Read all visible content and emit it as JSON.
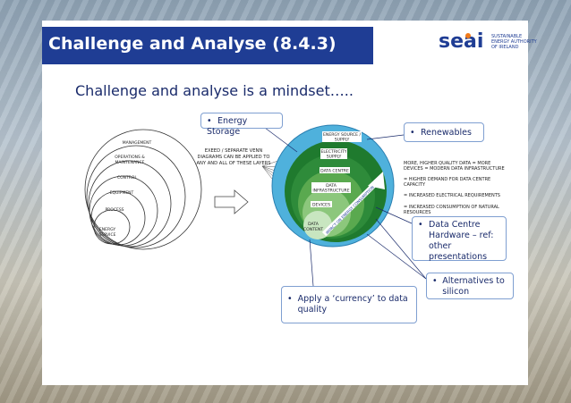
{
  "slide": {
    "title": "Challenge and Analyse (8.4.3)",
    "subtitle": "Challenge and analyse is a mindset…..",
    "logo": {
      "word": "seai",
      "line1": "SUSTAINABLE",
      "line2": "ENERGY AUTHORITY",
      "line3": "OF IRELAND"
    }
  },
  "callouts": {
    "energy_storage": "Energy Storage",
    "renewables": "Renewables",
    "data_centre_hw": "Data Centre Hardware – ref: other presentations",
    "alternatives": "Alternatives to silicon",
    "currency": "Apply a ‘currency’ to data quality"
  },
  "left_diagram": {
    "layers": [
      "MANAGEMENT",
      "OPERATIONS & MAINTENANCE",
      "CONTROL",
      "EQUIPMENT",
      "PROCESS",
      "ENERGY SERVICE"
    ],
    "note": "EXEED / SEPARATE VENN DIAGRAMS CAN BE APPLIED TO ANY AND ALL OF THESE LAYERS"
  },
  "right_diagram": {
    "layers": [
      "ENERGY SOURCE / SUPPLY",
      "ELECTRICITY SUPPLY",
      "DATA CENTRE",
      "DATA INFRASTRUCTURE",
      "DEVICES",
      "DATA CONTENT"
    ],
    "arrow_label": "IMPACT ON ENERGY CONSUMPTION",
    "notes": [
      "MORE, HIGHER QUALITY DATA = MORE DEVICES = MODERN DATA INFRASTRUCTURE",
      "= HIGHER DEMAND FOR DATA CENTRE CAPACITY",
      "= INCREASED ELECTRICAL REQUIREMENTS",
      "= INCREASED CONSUMPTION OF NATURAL RESOURCES"
    ]
  },
  "colors": {
    "title_bar": "#1f3d94",
    "callout_border": "#7f9fd1",
    "outer_circle": "#49a9d6",
    "green_dark": "#1f7a2e",
    "green_light": "#c8e6c0"
  }
}
